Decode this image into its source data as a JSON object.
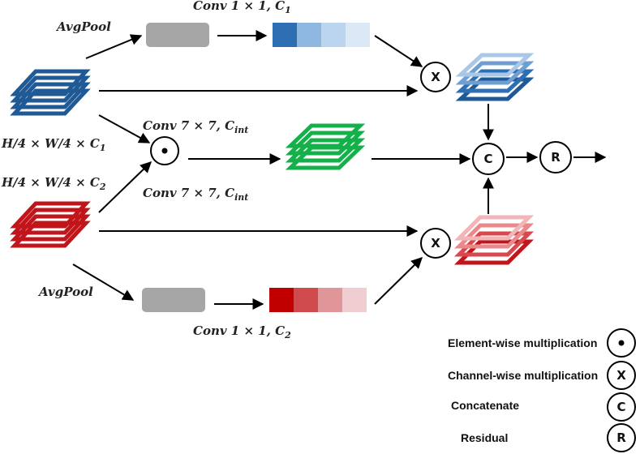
{
  "labels": {
    "avgpool_top": "AvgPool",
    "conv1x1_top": "Conv 1 × 1, C",
    "conv1x1_top_sub": "1",
    "input_top_shape": "H/4 × W/4 × C",
    "input_top_shape_sub": "1",
    "conv7x7_top": "Conv 7 × 7, C",
    "conv7x7_top_sub": "int",
    "input_bottom_shape": "H/4 × W/4 × C",
    "input_bottom_shape_sub": "2",
    "conv7x7_bottom": "Conv 7 × 7, C",
    "conv7x7_bottom_sub": "int",
    "avgpool_bottom": "AvgPool",
    "conv1x1_bottom": "Conv 1 × 1, C",
    "conv1x1_bottom_sub": "2"
  },
  "operators": {
    "element_wise": "•",
    "channel_wise": "X",
    "concat": "C",
    "residual": "R"
  },
  "legend": [
    {
      "text": "Element-wise multiplication",
      "symbol": "•"
    },
    {
      "text": "Channel-wise multiplication",
      "symbol": "X"
    },
    {
      "text": "Concatenate",
      "symbol": "C"
    },
    {
      "text": "Residual",
      "symbol": "R"
    }
  ],
  "colors": {
    "blue_stack": "#1f5a96",
    "blue_light": "#a9c8e8",
    "red_stack": "#c0161b",
    "red_light": "#f0b6b8",
    "green_stack": "#14b04a",
    "blue_vector": [
      "#2e6fb3",
      "#8fb8e0",
      "#bcd5ee",
      "#dbe8f6"
    ],
    "red_vector": [
      "#c00000",
      "#cf4a4d",
      "#e09598",
      "#f0cdd0"
    ]
  }
}
